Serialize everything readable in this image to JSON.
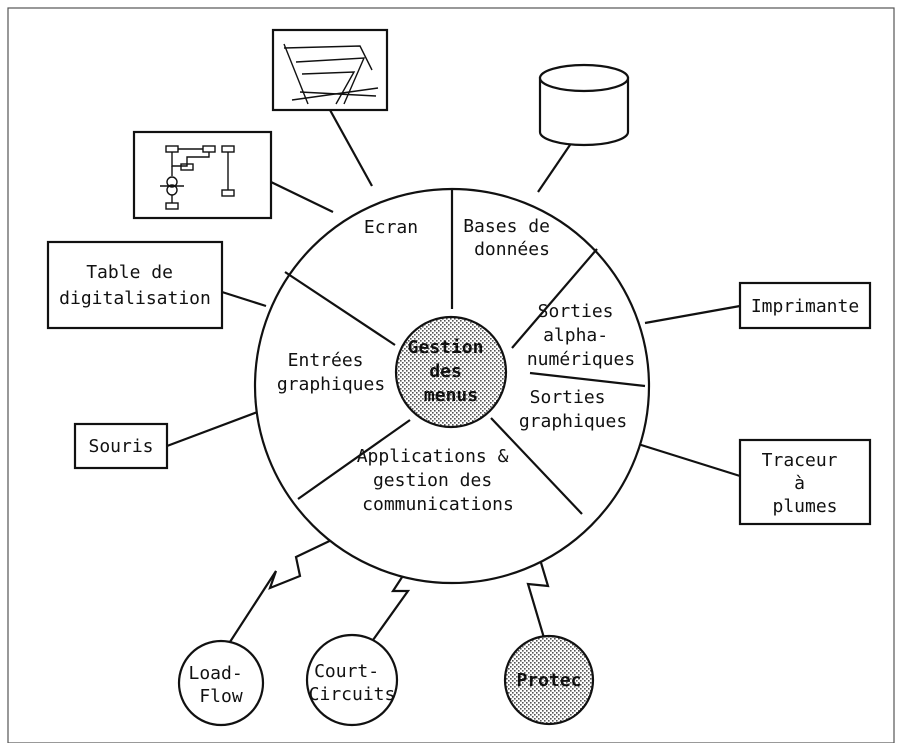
{
  "center": {
    "lines": [
      "Gestion",
      "des",
      "menus"
    ]
  },
  "sectors": {
    "ecran": {
      "lines": [
        "Ecran"
      ]
    },
    "bases": {
      "lines": [
        "Bases de",
        "données"
      ]
    },
    "sorties_alpha": {
      "lines": [
        "Sorties",
        "alpha-",
        "numériques"
      ]
    },
    "sorties_graph": {
      "lines": [
        "Sorties",
        "graphiques"
      ]
    },
    "applications": {
      "lines": [
        "Applications &",
        "gestion des",
        "communications"
      ]
    },
    "entrees": {
      "lines": [
        "Entrées",
        "graphiques"
      ]
    }
  },
  "devices": {
    "table": {
      "lines": [
        "Table de",
        "digitalisation"
      ]
    },
    "souris": {
      "lines": [
        "Souris"
      ]
    },
    "imprimante": {
      "lines": [
        "Imprimante"
      ]
    },
    "traceur": {
      "lines": [
        "Traceur",
        "à",
        "plumes"
      ]
    }
  },
  "modules": {
    "loadflow": {
      "lines": [
        "Load-",
        "Flow"
      ]
    },
    "court": {
      "lines": [
        "Court-",
        "Circuits"
      ]
    },
    "protec": {
      "lines": [
        "Protec"
      ]
    }
  },
  "colors": {
    "line": "#111111",
    "stipple": "#9a9a9a",
    "background": "#ffffff"
  }
}
